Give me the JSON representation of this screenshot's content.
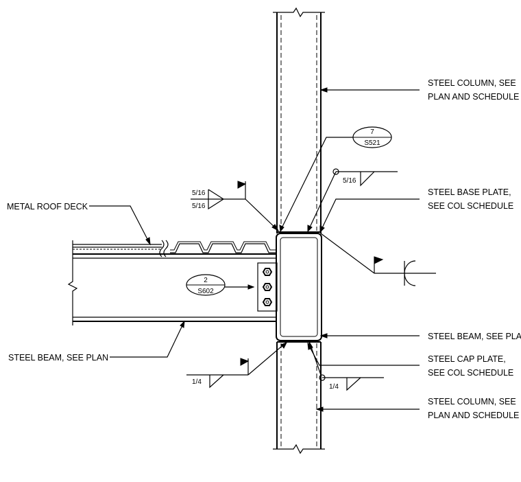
{
  "labels": {
    "column_upper_1": "STEEL COLUMN, SEE",
    "column_upper_2": "PLAN AND SCHEDULE",
    "base_plate_1": "STEEL BASE PLATE,",
    "base_plate_2": "SEE COL SCHEDULE",
    "metal_roof_deck": "METAL ROOF DECK",
    "steel_beam_right": "STEEL BEAM, SEE PLAN",
    "steel_beam_left": "STEEL BEAM, SEE PLAN",
    "cap_plate_1": "STEEL CAP PLATE,",
    "cap_plate_2": "SEE COL SCHEDULE",
    "column_lower_1": "STEEL COLUMN, SEE",
    "column_lower_2": "PLAN AND SCHEDULE"
  },
  "weld_sizes": {
    "top_left_upper": "5/16",
    "top_left_lower": "5/16",
    "top_right": "5/16",
    "bottom_left": "1/4",
    "bottom_right": "1/4"
  },
  "section_callouts": {
    "upper": {
      "number": "7",
      "sheet": "S521"
    },
    "beam": {
      "number": "2",
      "sheet": "S602"
    }
  }
}
